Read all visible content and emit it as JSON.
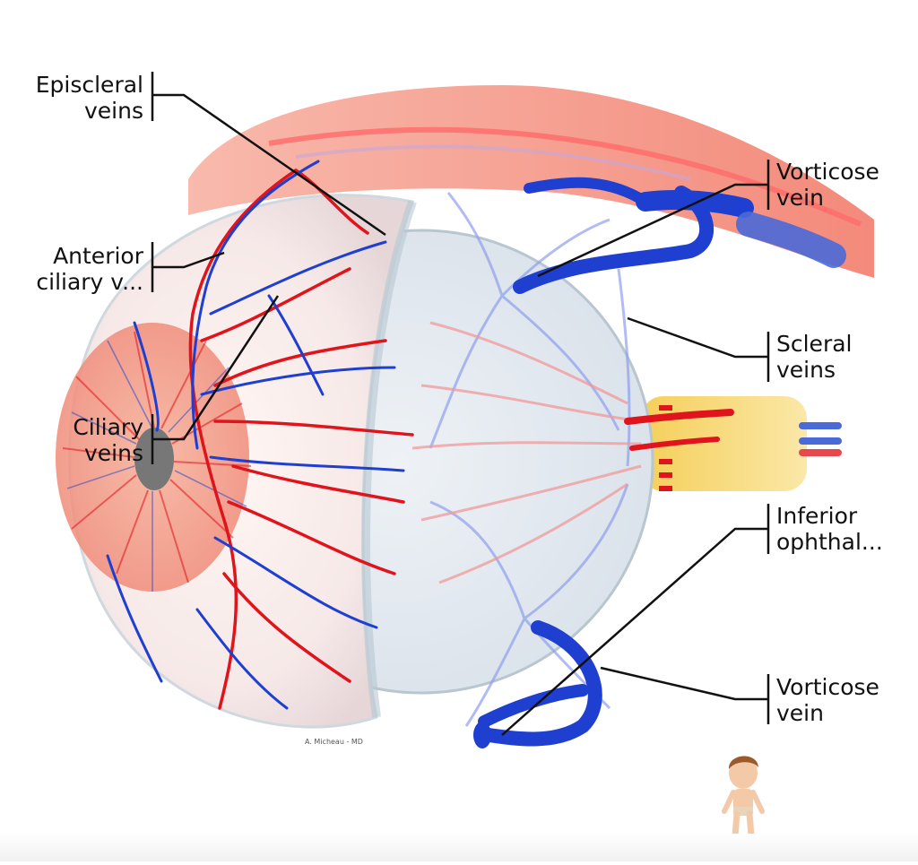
{
  "diagram": {
    "labels": {
      "episcleral": [
        "Episcleral",
        "veins"
      ],
      "anterior_ciliary": [
        "Anterior",
        "ciliary v..."
      ],
      "ciliary": [
        "Ciliary",
        "veins"
      ],
      "vorticose_top": [
        "Vorticose",
        "vein"
      ],
      "scleral": [
        "Scleral",
        "veins"
      ],
      "inferior_ophthalmic": [
        "Inferior",
        "ophthal..."
      ],
      "vorticose_bottom": [
        "Vorticose",
        "vein"
      ]
    },
    "credit": "A. Micheau - MD"
  },
  "colors": {
    "vein": "#1f3fd0",
    "artery": "#e0141c",
    "muscle": "#f4a08e",
    "nerve_sheath": "#f5dc86",
    "sclera": "#d9e3ea"
  },
  "icons": [
    "child-figure-icon"
  ]
}
